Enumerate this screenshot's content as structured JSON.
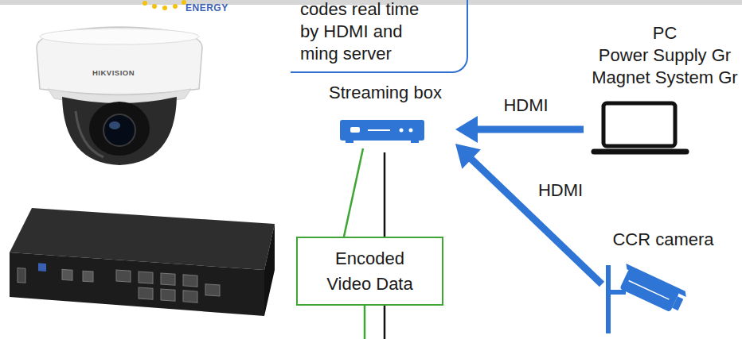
{
  "diagram": {
    "nodes": [
      {
        "text": [
          "codes real time by HDMI and ming server"
        ]
      },
      {
        "text": [
          "Streaming box"
        ]
      },
      {
        "text": [
          "PC",
          "Power Supply Gr Magnet System Gr"
        ]
      },
      {
        "text": [
          "Encoded Video Data"
        ]
      },
      {
        "text": [
          "CCR camera"
        ]
      }
    ],
    "edges": [
      {
        "from": 2,
        "to": 1,
        "label": "HDMI",
        "arrow": "to"
      },
      {
        "from": 4,
        "to": 1,
        "label": "HDMI",
        "arrow": "to"
      },
      {
        "from": 1,
        "to": 3,
        "arrow": "none"
      }
    ],
    "labels": [
      "ENERGY",
      "HIKVISION"
    ]
  }
}
